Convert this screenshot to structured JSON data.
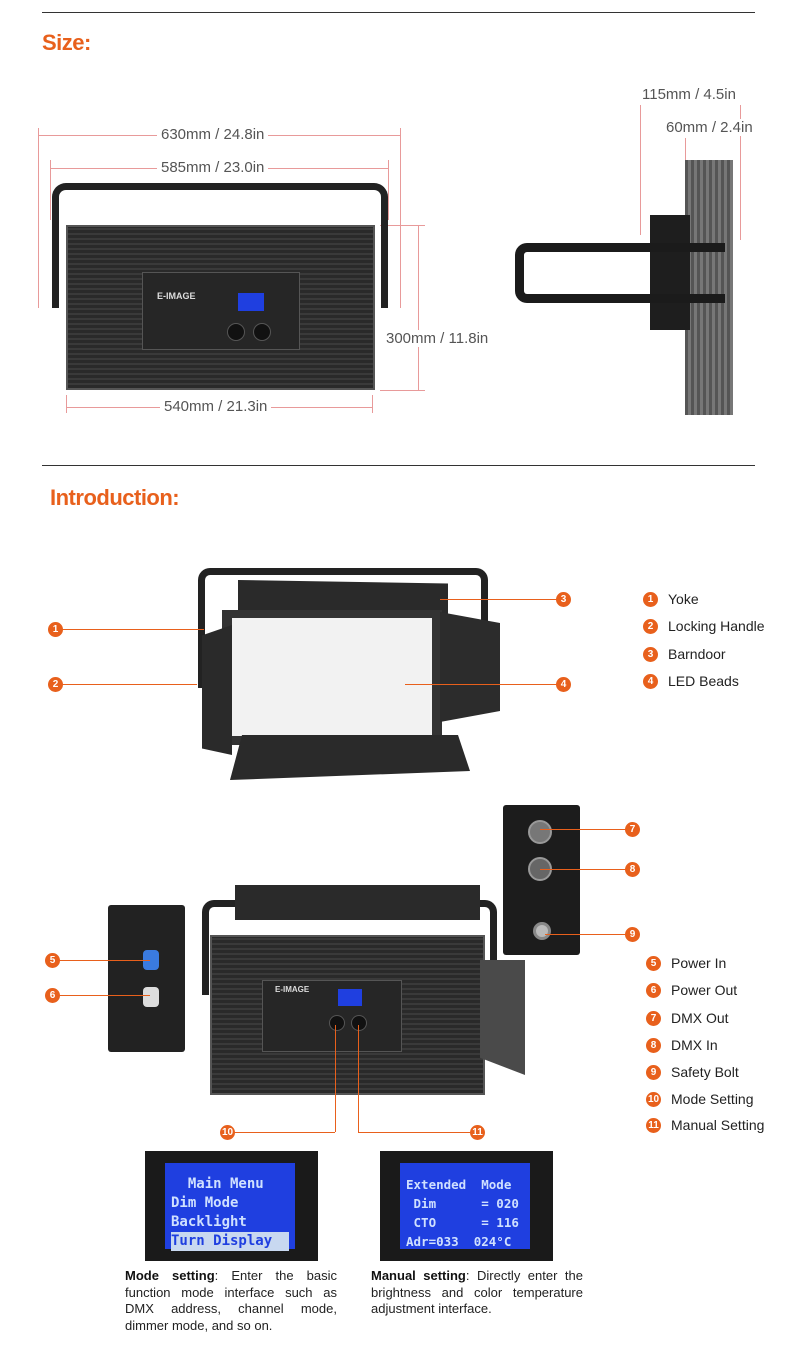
{
  "size": {
    "heading": "Size:",
    "dims": {
      "width_outer": "630mm / 24.8in",
      "width_yoke": "585mm / 23.0in",
      "height": "300mm / 11.8in",
      "width_panel": "540mm / 21.3in",
      "depth_total": "115mm / 4.5in",
      "depth_panel": "60mm / 2.4in"
    },
    "brand": "E-IMAGE"
  },
  "intro": {
    "heading": "Introduction:",
    "parts_a": [
      {
        "n": "1",
        "label": "Yoke"
      },
      {
        "n": "2",
        "label": "Locking Handle"
      },
      {
        "n": "3",
        "label": "Barndoor"
      },
      {
        "n": "4",
        "label": "LED Beads"
      }
    ],
    "parts_b": [
      {
        "n": "5",
        "label": "Power In"
      },
      {
        "n": "6",
        "label": "Power Out"
      },
      {
        "n": "7",
        "label": "DMX Out"
      },
      {
        "n": "8",
        "label": "DMX In"
      },
      {
        "n": "9",
        "label": "Safety Bolt"
      },
      {
        "n": "10",
        "label": "Mode Setting"
      },
      {
        "n": "11",
        "label": "Manual Setting"
      }
    ]
  },
  "screens": {
    "mode": {
      "lines": [
        "  Main Menu",
        "Dim Mode",
        "Backlight",
        "Turn Display"
      ],
      "title": "Mode setting",
      "desc": ": Enter the basic function mode interface such as DMX address, channel mode, dimmer mode, and so on."
    },
    "manual": {
      "lines": [
        "Extended  Mode",
        " Dim      = 020",
        " CTO      = 116",
        "Adr=033  024°C"
      ],
      "title": "Manual setting",
      "desc": ": Directly enter the brightness and color temperature adjustment interface."
    }
  },
  "colors": {
    "accent": "#e8601c",
    "lcd": "#1f3fe0"
  }
}
